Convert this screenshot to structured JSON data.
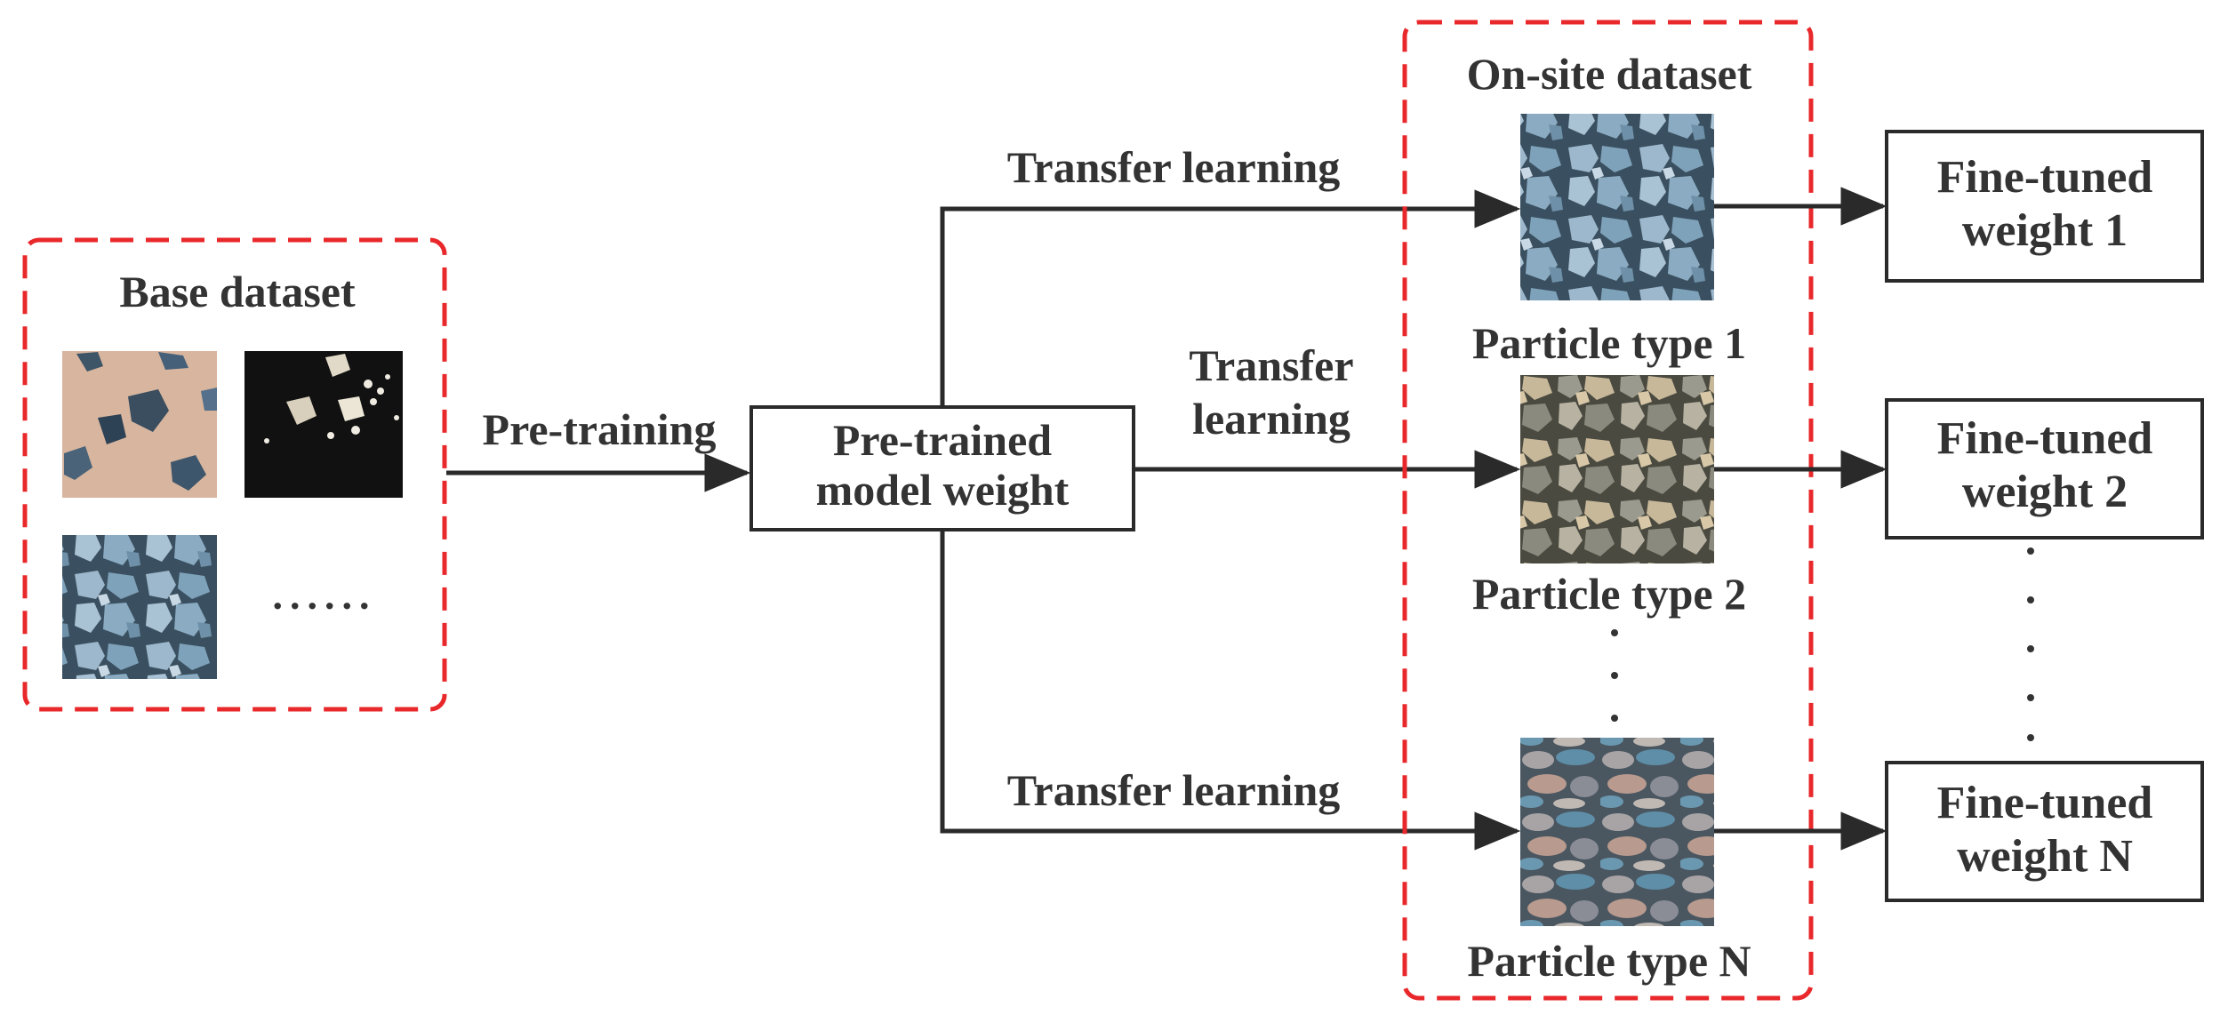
{
  "base_dataset": {
    "title": "Base dataset",
    "ellipsis": "......",
    "thumbnails": [
      {
        "name": "blue rocks on beige background",
        "icon": "rock-sample-beige"
      },
      {
        "name": "white particles on black background",
        "icon": "rock-sample-black"
      },
      {
        "name": "blue-grey crushed rock",
        "icon": "rock-sample-crushed"
      }
    ]
  },
  "pretraining_label": "Pre-training",
  "pretrained": {
    "line1": "Pre-trained",
    "line2": "model weight"
  },
  "transfer": {
    "top": "Transfer learning",
    "middle_line1": "Transfer",
    "middle_line2": "learning",
    "bottom": "Transfer learning"
  },
  "onsite": {
    "title": "On-site dataset",
    "types": [
      "Particle type 1",
      "Particle type 2",
      "Particle type N"
    ]
  },
  "finetuned": [
    {
      "line1": "Fine-tuned",
      "line2": "weight 1"
    },
    {
      "line1": "Fine-tuned",
      "line2": "weight 2"
    },
    {
      "line1": "Fine-tuned",
      "line2": "weight N"
    }
  ],
  "colors": {
    "dashed_border": "#e8282b",
    "line": "#2a2a2a",
    "text": "#333333"
  }
}
